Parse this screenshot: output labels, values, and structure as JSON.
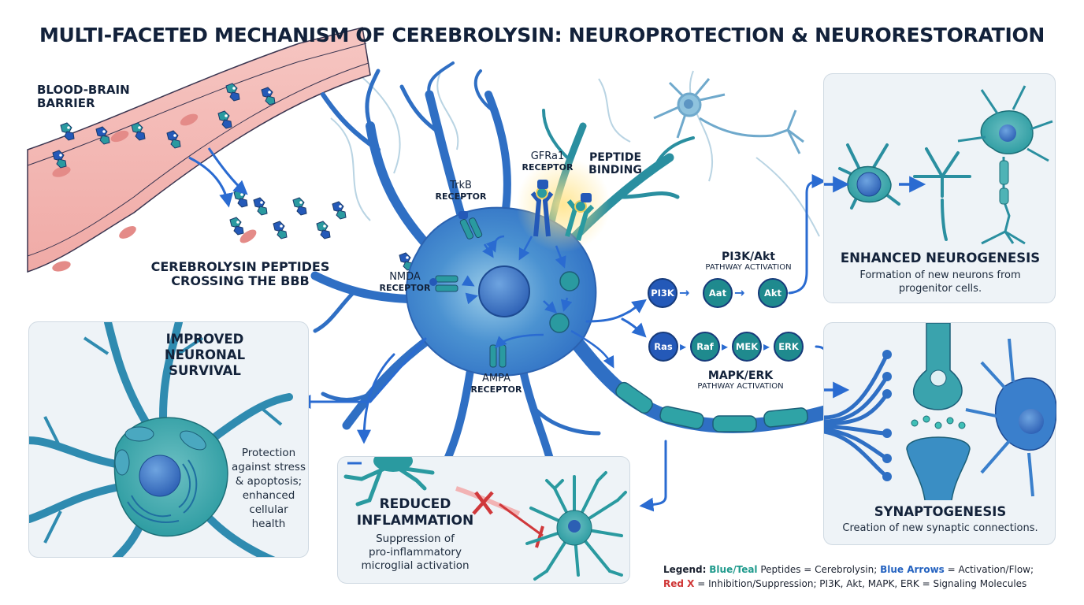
{
  "title": "MULTI-FACETED MECHANISM OF CEREBROLYSIN: NEUROPROTECTION & NEURORESTORATION",
  "colors": {
    "title_text": "#12213a",
    "neuron_blue": "#2f6fc4",
    "neuron_teal": "#2a9aa0",
    "vessel_pink": "#f3b5b1",
    "vessel_border": "#3a3550",
    "arrow_blue": "#2a6bd1",
    "inhibit_red": "#d0383b",
    "panel_bg": "#eef3f7",
    "legend_teal": "#1f9a8c",
    "legend_blue": "#2563c0",
    "legend_red": "#cf3535"
  },
  "bbb": {
    "label_line1": "BLOOD-BRAIN",
    "label_line2": "BARRIER",
    "crossing_line1": "CEREBROLYSIN PEPTIDES",
    "crossing_line2": "CROSSING THE BBB"
  },
  "receptors": {
    "trkb": [
      "TrkB",
      "RECEPTOR"
    ],
    "gfra1": [
      "GFRa1",
      "RECEPTOR"
    ],
    "peptide_binding": [
      "PEPTIDE",
      "BINDING"
    ],
    "nmda": [
      "NMDA",
      "RECEPTOR"
    ],
    "ampa": [
      "AMPA",
      "RECEPTOR"
    ]
  },
  "pathways": {
    "pi3k": {
      "title": "PI3K/Akt",
      "subtitle": "PATHWAY ACTIVATION",
      "nodes": [
        {
          "label": "PI3K",
          "color": "#2459b8"
        },
        {
          "label": "Aat",
          "color": "#1f8a8e"
        },
        {
          "label": "Akt",
          "color": "#1f8a8e"
        }
      ]
    },
    "mapk": {
      "title": "MAPK/ERK",
      "subtitle": "PATHWAY ACTIVATION",
      "nodes": [
        {
          "label": "Ras",
          "color": "#2459b8"
        },
        {
          "label": "Raf",
          "color": "#1f8a8e"
        },
        {
          "label": "MEK",
          "color": "#1f8a8e"
        },
        {
          "label": "ERK",
          "color": "#1f8a8e"
        }
      ]
    }
  },
  "panels": {
    "neurogenesis": {
      "title": "ENHANCED NEUROGENESIS",
      "desc_line1": "Formation of new neurons from",
      "desc_line2": "progenitor cells."
    },
    "synaptogenesis": {
      "title": "SYNAPTOGENESIS",
      "desc": "Creation of new synaptic connections."
    },
    "survival": {
      "title_lines": [
        "IMPROVED",
        "NEURONAL",
        "SURVIVAL"
      ],
      "desc_lines": [
        "Protection",
        "against stress",
        "& apoptosis;",
        "enhanced",
        "cellular",
        "health"
      ]
    },
    "inflammation": {
      "title_lines": [
        "REDUCED",
        "INFLAMMATION"
      ],
      "desc_lines": [
        "Suppression of",
        "pro-inflammatory",
        "microglial activation"
      ]
    }
  },
  "legend": {
    "prefix": "Legend:",
    "teal_term": "Blue/Teal",
    "teal_def": " Peptides = Cerebrolysin; ",
    "blue_term": "Blue Arrows",
    "blue_def": " = Activation/Flow;",
    "red_term": "Red X",
    "red_def": " = Inhibition/Suppression; PI3K, Akt, MAPK, ERK = Signaling Molecules"
  }
}
